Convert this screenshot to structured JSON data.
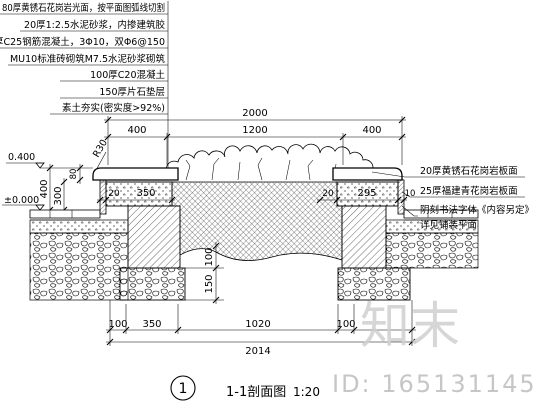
{
  "drawing": {
    "layer_notes": [
      "80厚黄锈石花岗岩光面，按平面图弧线切割",
      "20厚1:2.5水泥砂浆，内掺建筑胶",
      "厚C25钢筋混凝土，3Φ10，双Φ6@150",
      "MU10标准砖砌筑M7.5水泥砂浆砌筑",
      "100厚C20混凝土",
      "150厚片石垫层",
      "素土夯实(密实度>92%)"
    ],
    "right_notes": [
      "20厚黄锈石花岗岩板面",
      "25厚福建青花岗岩板面",
      "阴刻书法字体《内容另定》",
      "详见铺装平面"
    ],
    "top_dims": {
      "overall": "2000",
      "parts": [
        "400",
        "1200",
        "400"
      ]
    },
    "left_dims": {
      "elevation_top": "0.400",
      "elevation_ground": "±0.000",
      "parts": [
        "400",
        "300",
        "80"
      ]
    },
    "radius_label": "R30",
    "inner_dims": {
      "left": [
        "20",
        "350"
      ],
      "right": [
        "20",
        "295",
        "10"
      ]
    },
    "center_dims": [
      "100",
      "150"
    ],
    "bottom_dims": {
      "parts": [
        "100",
        "350",
        "1020",
        "100"
      ],
      "overall": "2014"
    },
    "title": {
      "number": "1",
      "name": "1-1剖面图",
      "scale": "1:20"
    }
  },
  "watermark": {
    "brand": "知末",
    "id": "ID: 165131145"
  }
}
